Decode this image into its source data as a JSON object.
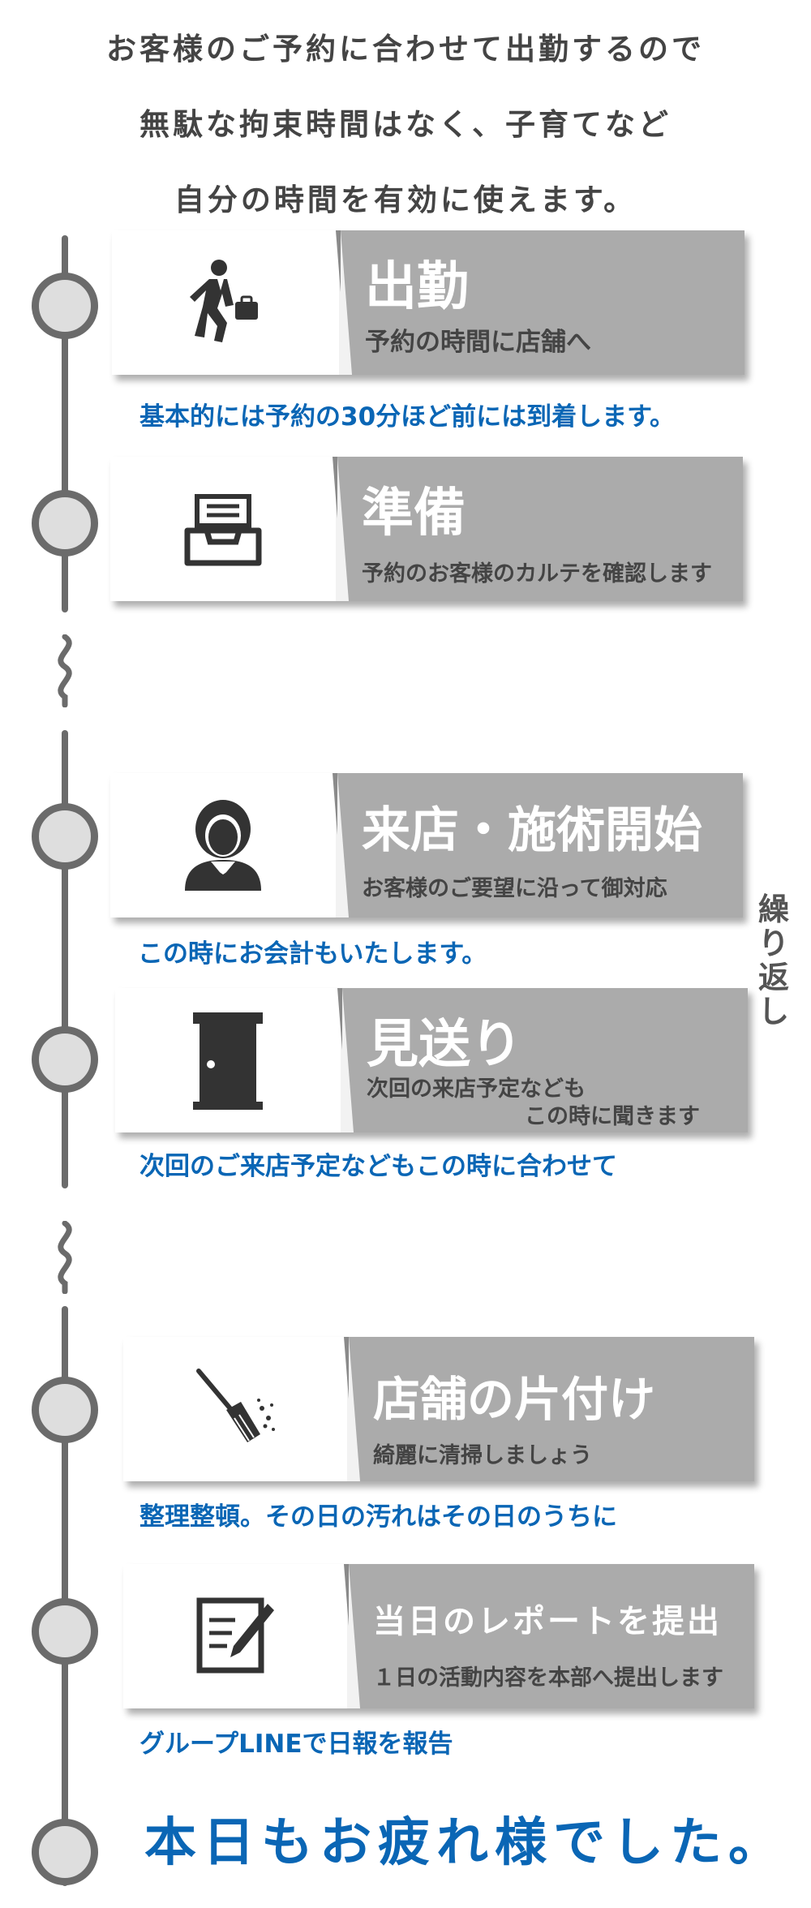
{
  "intro": {
    "line1": "お客様のご予約に合わせて出勤するので",
    "line2": "無駄な拘束時間はなく、子育てなど",
    "line3": "自分の時間を有効に使えます。"
  },
  "steps": [
    {
      "title": "出勤",
      "sub": "予約の時間に店舗へ",
      "note": "基本的には予約の30分ほど前には到着します。",
      "icon": "businessman-walking-icon"
    },
    {
      "title": "準備",
      "sub": "予約のお客様のカルテを確認します",
      "note": "",
      "icon": "inbox-tray-icon"
    },
    {
      "title": "来店・施術開始",
      "sub": "お客様のご要望に沿って御対応",
      "note": "この時にお会計もいたします。",
      "icon": "customer-person-icon"
    },
    {
      "title": "見送り",
      "sub": "次回の来店予定なども",
      "sub2": "この時に聞きます",
      "note": "次回のご来店予定などもこの時に合わせて",
      "icon": "door-icon"
    },
    {
      "title": "店舗の片付け",
      "sub": "綺麗に清掃しましょう",
      "note": "整理整頓。その日の汚れはその日のうちに",
      "icon": "broom-icon"
    },
    {
      "title": "当日のレポートを提出",
      "sub": "１日の活動内容を本部へ提出します",
      "note": "グループLINEで日報を報告",
      "icon": "report-writing-icon"
    }
  ],
  "repeat_label": [
    "繰",
    "り",
    "返",
    "し"
  ],
  "final_message": "本日もお疲れ様でした。"
}
